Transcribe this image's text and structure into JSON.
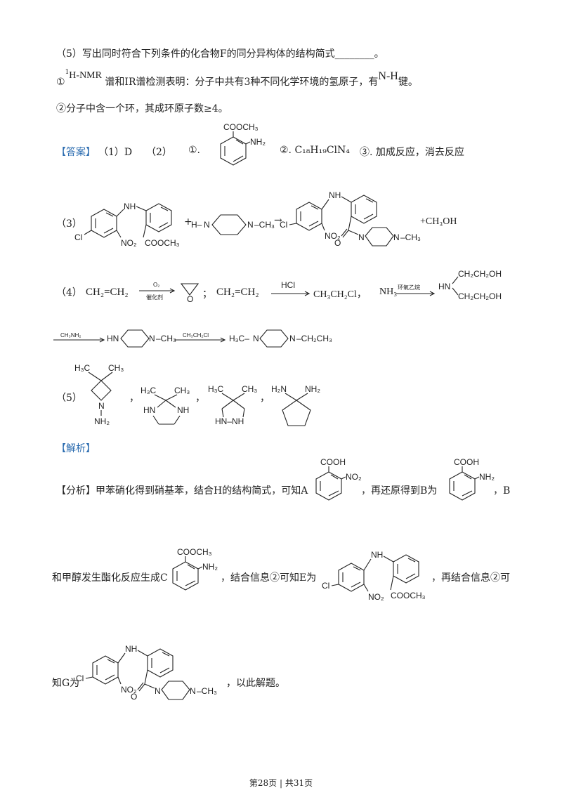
{
  "q5": {
    "title": "（5）写出同时符合下列条件的化合物F的同分异构体的结构简式________。",
    "c1_prefix": "①",
    "c1_nmr": "H-NMR",
    "c1_text": "谱和IR谱检测表明：分子中共有3种不同化学环境的氢原子，有",
    "c1_nh": "N-H",
    "c1_end": "键。",
    "c2": "②分子中含一个环，其成环原子数≥4。"
  },
  "answer": {
    "tag": "【答案】",
    "p1": "（1）D",
    "p2": "（2）",
    "p2_1": "①.",
    "p2_2": "②. C₁₈H₁₉ClN₄",
    "p2_3": "③. 加成反应，消去反应",
    "p3": "（3）",
    "plus": "+",
    "arrow": "→",
    "byproduct": "+CH₃OH",
    "p4": "（4）",
    "ethylene": "CH₂=CH₂",
    "o2": "O₂",
    "cat": "催化剂",
    "semicolon": "；",
    "hcl": "HCl",
    "ch3ch2cl_comma": "CH₃CH₂Cl，",
    "nh3": "NH₃",
    "epoxide_lbl": "环氧乙烷",
    "ch3nh2": "CH₃NH₂",
    "ch3ch2cl": "CH₃CH₂Cl",
    "p5": "（5）",
    "comma": "，"
  },
  "analysis": {
    "tag": "【解析】",
    "fenxi_tag": "【分析】",
    "s1": "甲苯硝化得到硝基苯，结合H的结构简式，可知A",
    "s2": "，再还原得到B为",
    "s3": "，B",
    "s4": "和甲醇发生酯化反应生成C",
    "s5": "，结合信息②可知E为",
    "s6": "，再结合信息②可",
    "s7": "知G为",
    "s8": "，以此解题。"
  },
  "labels": {
    "cooch3": "COOCH₃",
    "cooh": "COOH",
    "nh2": "NH₂",
    "nh": "NH",
    "no2": "NO₂",
    "cl": "Cl",
    "n": "N",
    "h": "H",
    "o": "O",
    "ch3": "CH₃",
    "ch2ch3": "CH₂CH₃",
    "h3c": "H₃C",
    "ch2ch2oh": "CH₂CH₂OH",
    "hn": "HN",
    "h2n": "H₂N",
    "nh_ring": "NH",
    "hn_nh": "HN–NH",
    "dash_ch3": "–CH₃",
    "dash_ch2ch3": "–CH₂CH₃",
    "h_dash": "H–",
    "h3c_dash": "H₃C–"
  },
  "footer": "第28页 | 共31页"
}
